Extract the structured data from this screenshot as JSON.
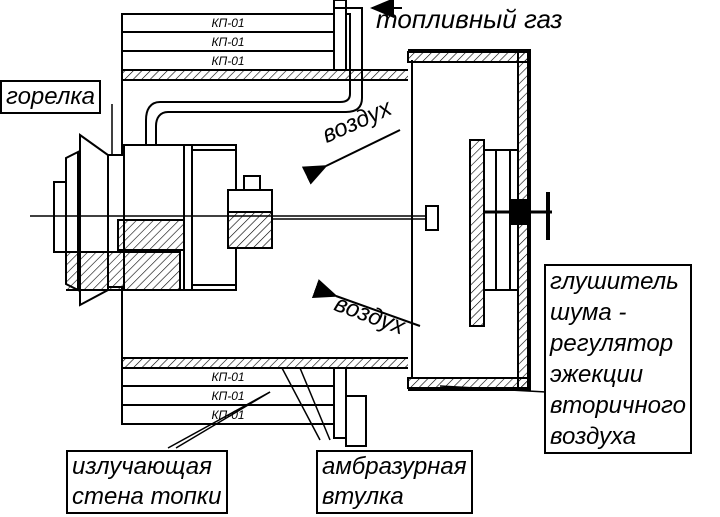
{
  "labels": {
    "fuel_gas": "топливный газ",
    "burner": "горелка",
    "air_top": "воздух",
    "air_bottom": "воздух",
    "silencer": [
      "глушитель",
      "шума -",
      "регулятор",
      "эжекции",
      "вторичного",
      "воздуха"
    ],
    "wall": [
      "излучающая",
      "стена топки"
    ],
    "sleeve": [
      "амбразурная",
      "втулка"
    ]
  },
  "bricks": {
    "top": [
      "КП-01",
      "КП-01",
      "КП-01"
    ],
    "bottom": [
      "КП-01",
      "КП-01",
      "КП-01"
    ]
  }
}
